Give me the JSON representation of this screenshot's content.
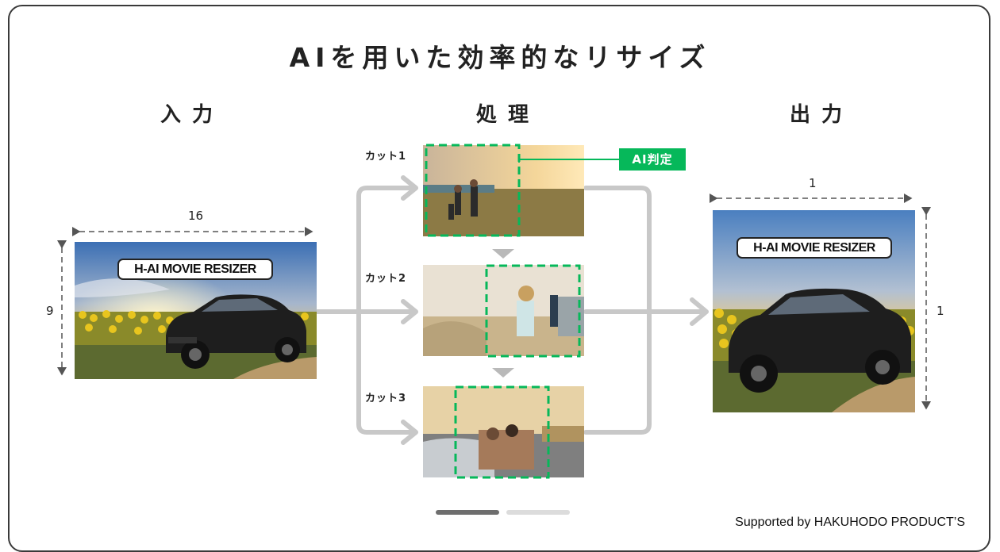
{
  "title": "AIを用いた効率的なリサイズ",
  "columns": {
    "input": "入力",
    "process": "処理",
    "output": "出力"
  },
  "input": {
    "width_label": "16",
    "height_label": "9",
    "logo_text": "H-AI MOVIE RESIZER"
  },
  "output": {
    "width_label": "1",
    "height_label": "1",
    "logo_text": "H-AI MOVIE RESIZER"
  },
  "cuts": [
    {
      "label": "カット1"
    },
    {
      "label": "カット2"
    },
    {
      "label": "カット3"
    }
  ],
  "ai_badge": "AI判定",
  "credit": "Supported by HAKUHODO PRODUCT’S",
  "pager": {
    "pages": 2,
    "active": 1
  },
  "colors": {
    "accent": "#06b85a",
    "arrow": "#c8c8c8",
    "dim_line": "#555555"
  }
}
